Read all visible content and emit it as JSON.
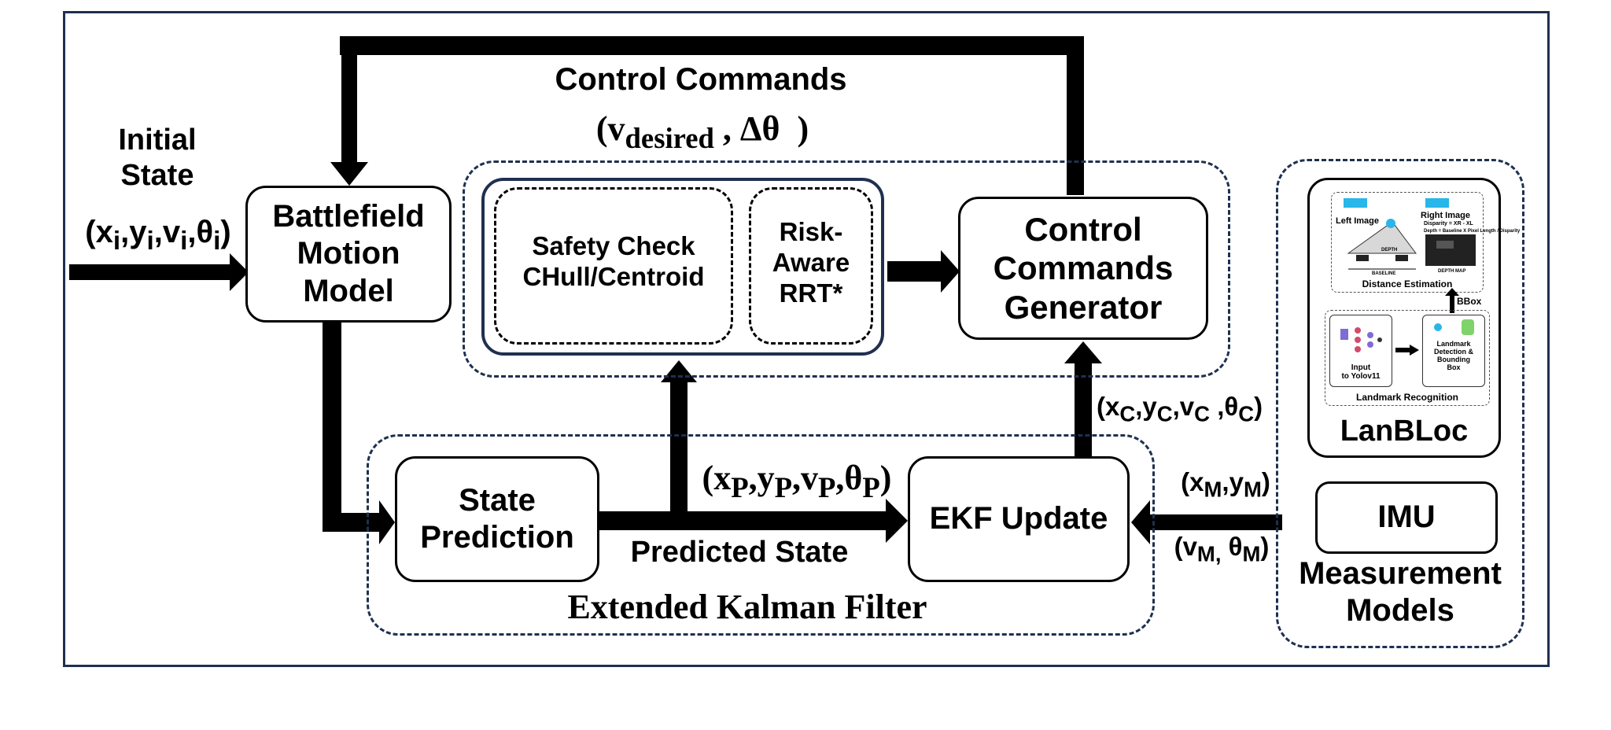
{
  "initial_state": {
    "title": "Initial\nState",
    "vars_html": "(x<sub>i</sub>,y<sub>i</sub>,v<sub>i</sub>,θ<sub>i</sub>)"
  },
  "control_commands": {
    "title": "Control Commands",
    "vars_html": "(v<sub>desired</sub> , Δθ&nbsp;&nbsp;)"
  },
  "boxes": {
    "motion_model": "Battlefield\nMotion\nModel",
    "safety_check": "Safety Check\nCHull/Centroid",
    "risk_rrt": "Risk-\nAware\nRRT*",
    "generator": "Control\nCommands\nGenerator",
    "state_prediction": "State\nPrediction",
    "ekf_update": "EKF Update",
    "imu": "IMU",
    "lanbloc": "LanBLoc"
  },
  "labels": {
    "predicted_state": "Predicted State",
    "predicted_vars_html": "(x<sub>P</sub>,y<sub>P</sub>,v<sub>P</sub>,θ<sub>P</sub>)",
    "control_vars_html": "(x<sub>C</sub>,y<sub>C</sub>,v<sub>C</sub> ,θ<sub>C</sub>)",
    "meas_xy_html": "(x<sub>M</sub>,y<sub>M</sub>)",
    "meas_vtheta_html": "(v<sub>M,</sub> θ<sub>M</sub>)",
    "ekf_group": "Extended Kalman Filter",
    "measurement_models": "Measurement\nModels"
  },
  "lanbloc_inset": {
    "left_image": "Left Image",
    "right_image": "Right Image",
    "distance_estimation": "Distance Estimation",
    "bbox": "BBox",
    "input": "Input\nto Yolov11",
    "landmark_detection": "Landmark\nDetection &\nBounding\nBox",
    "landmark_recognition": "Landmark Recognition",
    "depth": "DEPTH",
    "baseline": "BASELINE",
    "depth_map": "DEPTH MAP",
    "disparity": "Disparity = XR - XL",
    "depth_formula": "Depth = Baseline X Pixel Length / Disparity"
  },
  "colors": {
    "frame": "#1f3050",
    "arrow": "#000000",
    "accent": "#29b6e8"
  }
}
